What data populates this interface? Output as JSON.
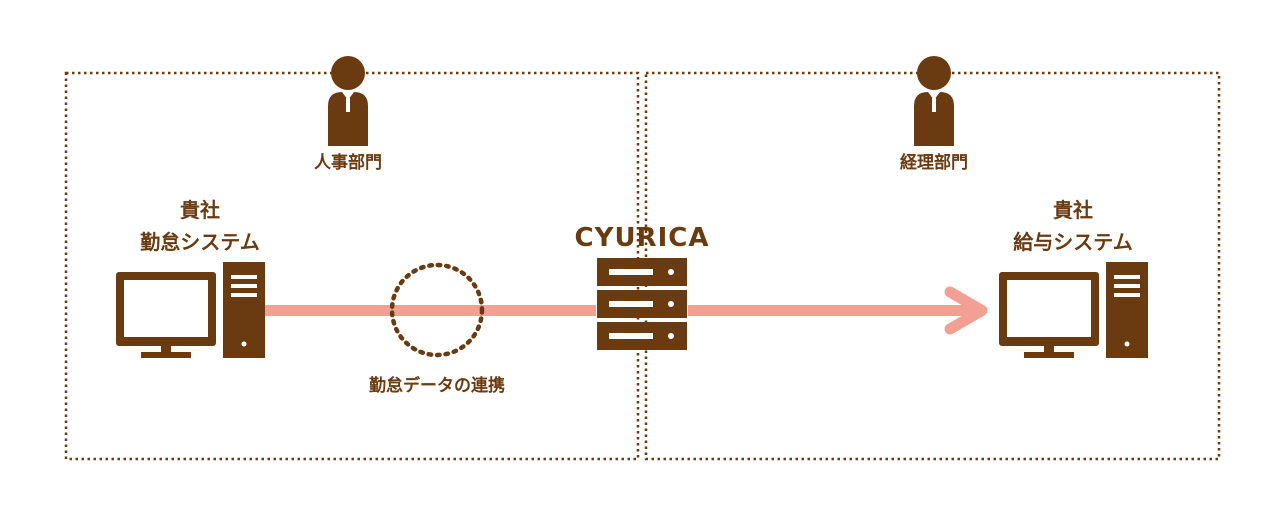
{
  "departments": {
    "left": {
      "label": "人事部門"
    },
    "right": {
      "label": "経理部門"
    }
  },
  "systems": {
    "source": {
      "line1": "貴社",
      "line2": "勤怠システム"
    },
    "target": {
      "line1": "貴社",
      "line2": "給与システム"
    }
  },
  "hub": {
    "label": "CYURICA"
  },
  "flow": {
    "label": "勤怠データの連携"
  },
  "colors": {
    "primary": "#6a3a10",
    "arrow": "#f2a093",
    "background": "#ffffff"
  }
}
